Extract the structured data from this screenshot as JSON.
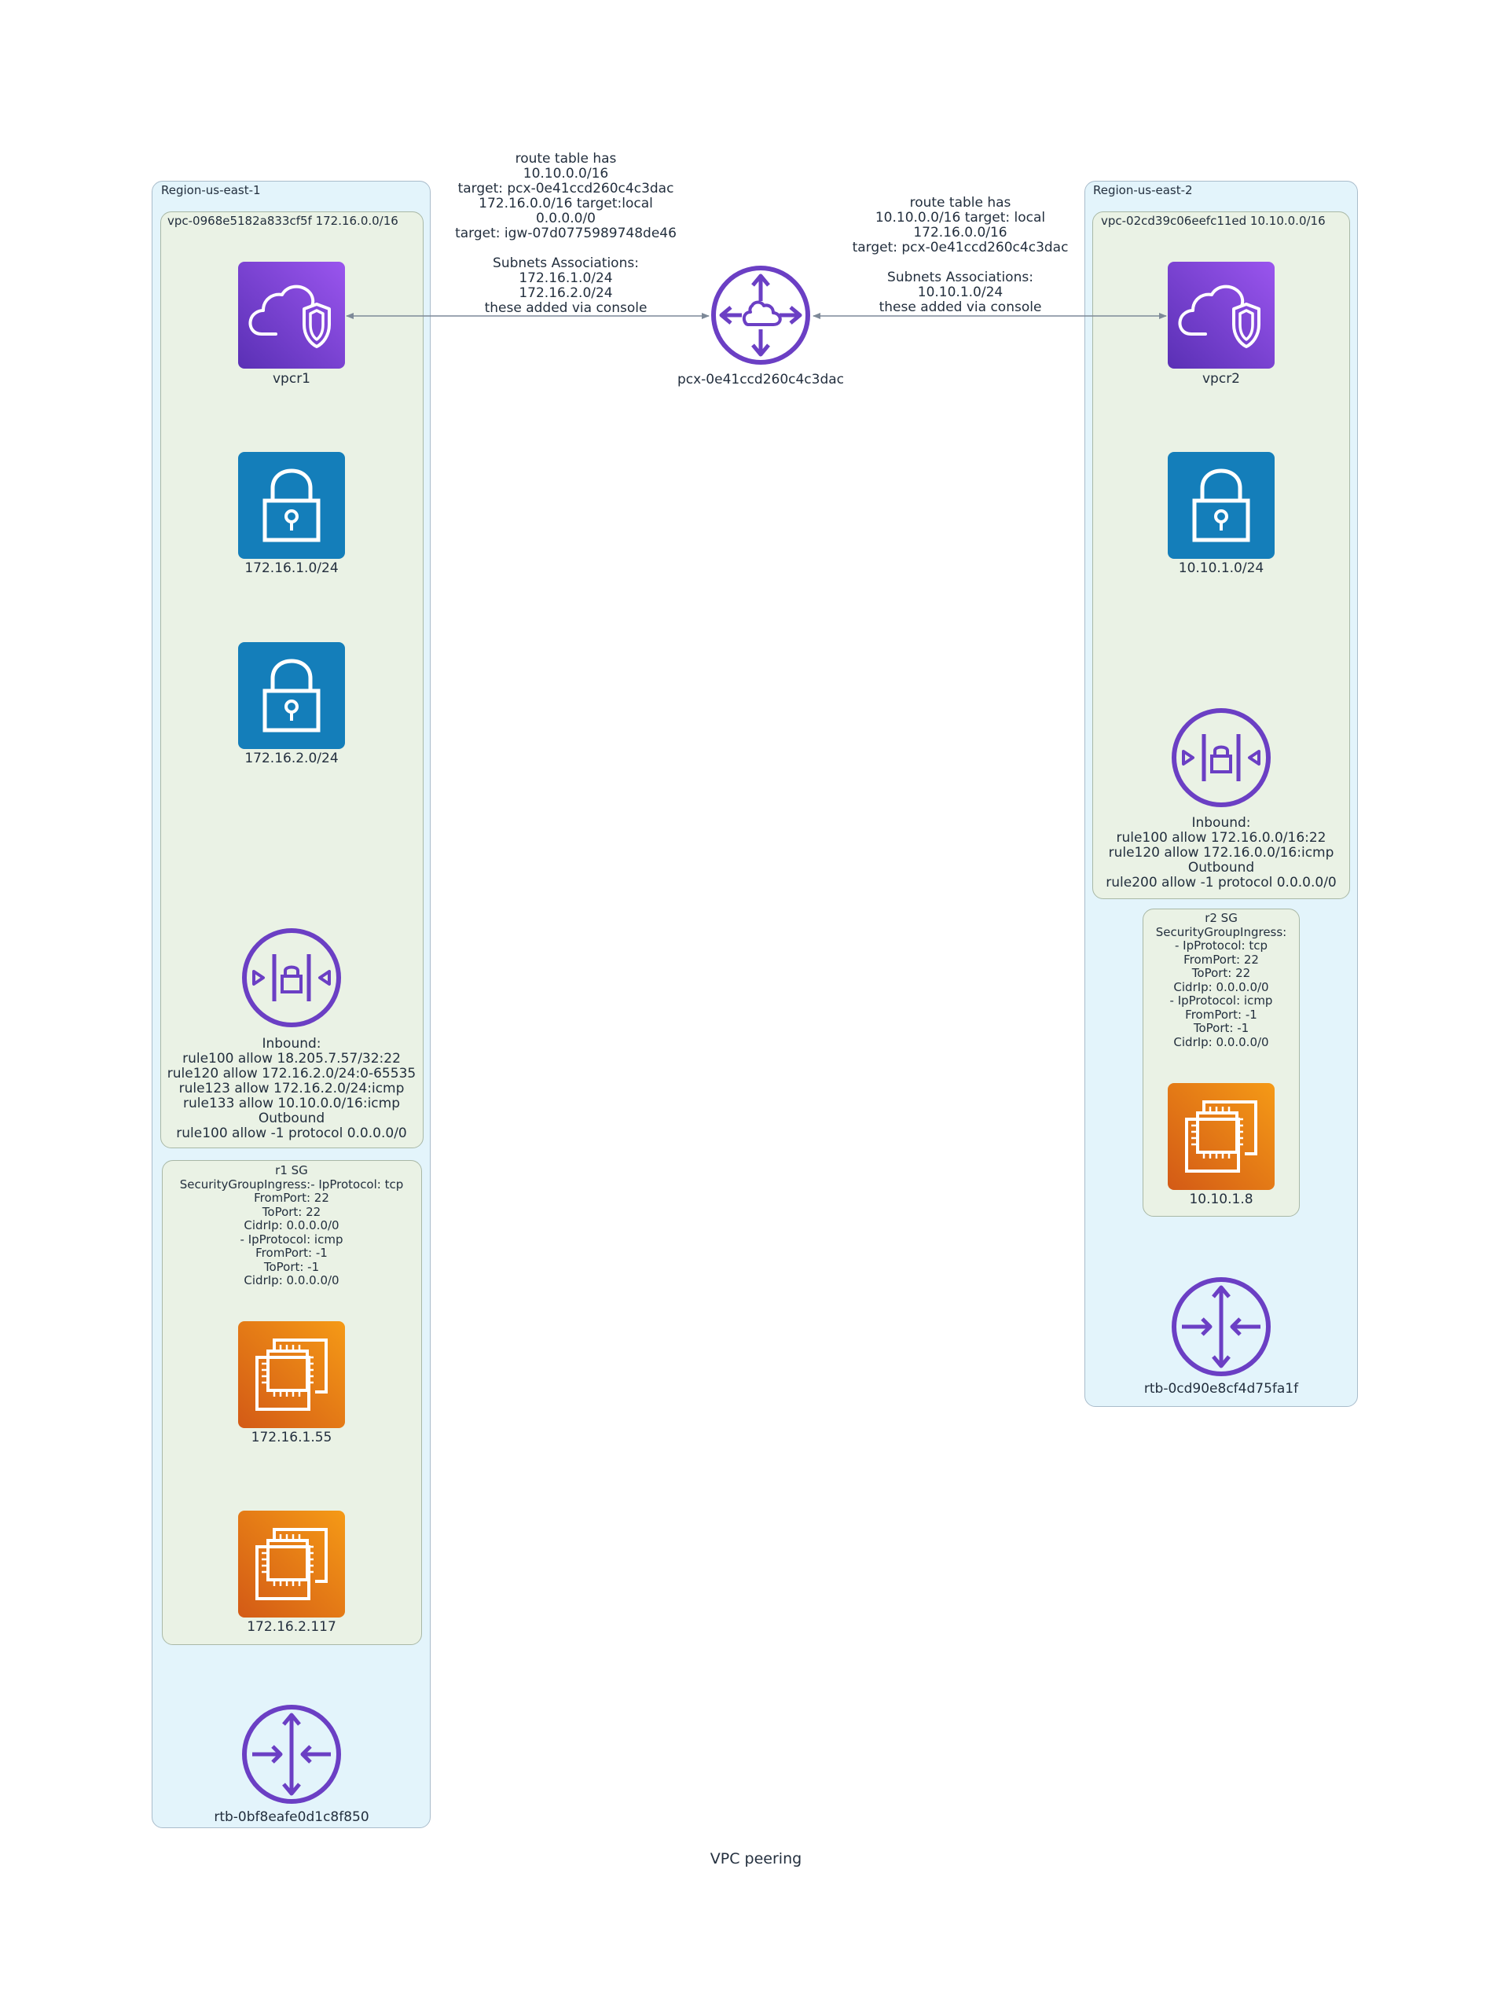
{
  "caption": "VPC peering",
  "colors": {
    "region_fill": "#e3f4fb",
    "vpc_fill": "#eaf2e5",
    "vpc_router_gradient": [
      "#9a55ee",
      "#5a30b5"
    ],
    "subnet_fill": "#147eba",
    "ec2_gradient": [
      "#f59a16",
      "#d35a16"
    ],
    "network_purple": "#6b3fc4",
    "edge": "#7d8998"
  },
  "region1": {
    "label": "Region-us-east-1",
    "vpc": {
      "label": "vpc-0968e5182a833cf5f 172.16.0.0/16",
      "router": {
        "label": "vpcr1",
        "icon": "vpc-router-shield-icon"
      },
      "subnets": [
        {
          "label": "172.16.1.0/24",
          "icon": "lock-icon"
        },
        {
          "label": "172.16.2.0/24",
          "icon": "lock-icon"
        }
      ],
      "nacl": {
        "icon": "network-acl-icon",
        "lines": [
          "Inbound:",
          "rule100 allow 18.205.7.57/32:22",
          "rule120 allow 172.16.2.0/24:0-65535",
          "rule123 allow 172.16.2.0/24:icmp",
          "rule133 allow 10.10.0.0/16:icmp",
          "Outbound",
          "rule100 allow -1 protocol 0.0.0.0/0"
        ]
      }
    },
    "sg": {
      "lines": [
        "r1 SG",
        "SecurityGroupIngress:- IpProtocol: tcp",
        "FromPort: 22",
        "ToPort: 22",
        "CidrIp: 0.0.0.0/0",
        "- IpProtocol: icmp",
        "FromPort: -1",
        "ToPort: -1",
        "CidrIp: 0.0.0.0/0"
      ],
      "instances": [
        {
          "label": "172.16.1.55",
          "icon": "ec2-instance-icon"
        },
        {
          "label": "172.16.2.117",
          "icon": "ec2-instance-icon"
        }
      ]
    },
    "route_table": {
      "label": "rtb-0bf8eafe0d1c8f850",
      "icon": "route-table-icon"
    }
  },
  "region2": {
    "label": "Region-us-east-2",
    "vpc": {
      "label": "vpc-02cd39c06eefc11ed 10.10.0.0/16",
      "router": {
        "label": "vpcr2",
        "icon": "vpc-router-shield-icon"
      },
      "subnets": [
        {
          "label": "10.10.1.0/24",
          "icon": "lock-icon"
        }
      ],
      "nacl": {
        "icon": "network-acl-icon",
        "lines": [
          "Inbound:",
          "rule100 allow 172.16.0.0/16:22",
          "rule120 allow 172.16.0.0/16:icmp",
          "Outbound",
          "rule200 allow -1 protocol 0.0.0.0/0"
        ]
      }
    },
    "sg": {
      "lines": [
        "r2 SG",
        "SecurityGroupIngress:",
        "- IpProtocol: tcp",
        "FromPort: 22",
        "ToPort: 22",
        "CidrIp: 0.0.0.0/0",
        "- IpProtocol: icmp",
        "FromPort: -1",
        "ToPort: -1",
        "CidrIp: 0.0.0.0/0"
      ],
      "instances": [
        {
          "label": "10.10.1.8",
          "icon": "ec2-instance-icon"
        }
      ]
    },
    "route_table": {
      "label": "rtb-0cd90e8cf4d75fa1f",
      "icon": "route-table-icon"
    }
  },
  "peering": {
    "label": "pcx-0e41ccd260c4c3dac",
    "icon": "peering-connection-icon"
  },
  "edges": {
    "left": {
      "lines": [
        "route table has",
        "10.10.0.0/16",
        "target: pcx-0e41ccd260c4c3dac",
        "172.16.0.0/16 target:local",
        "0.0.0.0/0",
        "target: igw-07d0775989748de46",
        "",
        "Subnets Associations:",
        "172.16.1.0/24",
        "172.16.2.0/24",
        "these added via console"
      ]
    },
    "right": {
      "lines": [
        "route table has",
        "10.10.0.0/16 target: local",
        "172.16.0.0/16",
        "target: pcx-0e41ccd260c4c3dac",
        "",
        "Subnets Associations:",
        "10.10.1.0/24",
        "these added via console"
      ]
    }
  }
}
